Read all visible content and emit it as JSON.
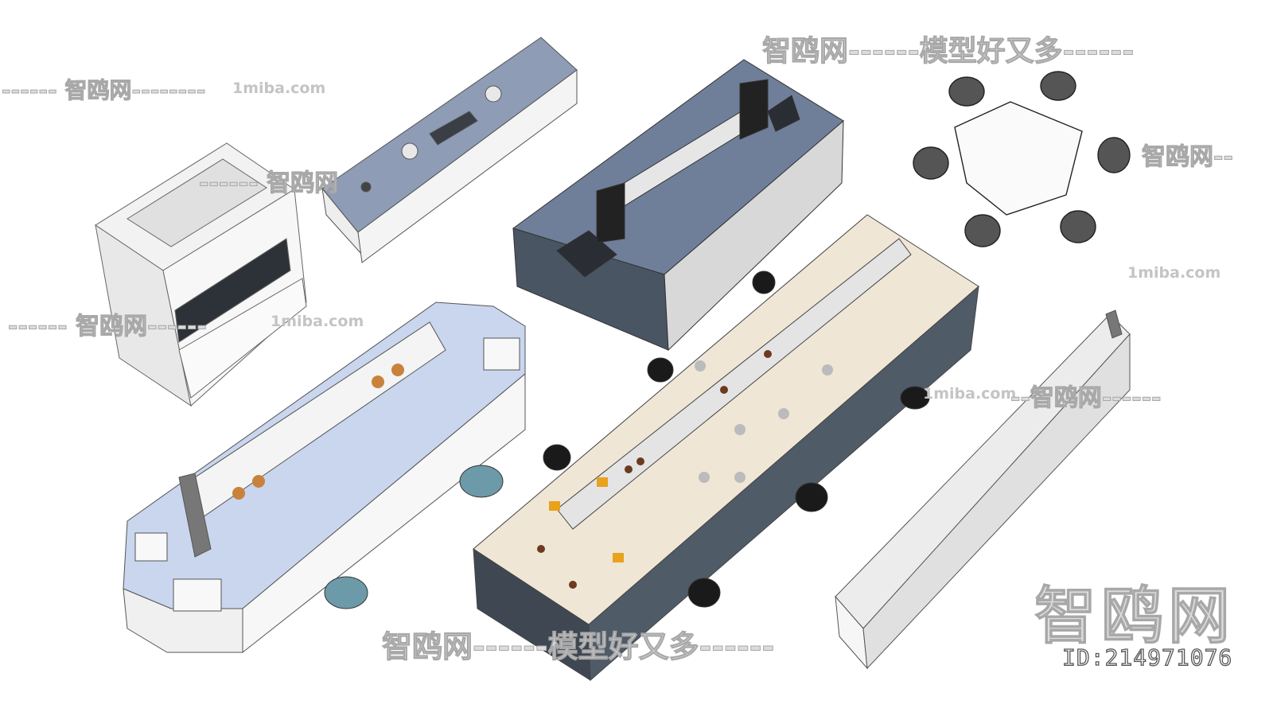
{
  "watermarks": {
    "top_banner": "智鸥网------模型好又多------",
    "bottom_banner": "智鸥网------模型好又多------",
    "left_brand": "------ 智鸥网--------",
    "site_1": "1miba.com",
    "site_2": "1miba.com",
    "site_3": "1miba.com",
    "site_4": "1miba.com",
    "mid_brand_1": "------ 智鸥网",
    "mid_brand_2": "------ 智鸥网------",
    "right_brand_1": "智鸥网--",
    "right_brand_2": "--智鸥网------",
    "logo_text": "智鸥网",
    "model_id": "ID:214971076"
  },
  "colors": {
    "bench_top_blue": "#c9d6ee",
    "bench_top_slate": "#8e9cb5",
    "island_top_dark": "#6f7f99",
    "island_top_beige": "#efe6d6",
    "cabinet_dark": "#4a5563",
    "stool_seat": "#6d9aa8",
    "chair_black": "#1a1a1a"
  }
}
